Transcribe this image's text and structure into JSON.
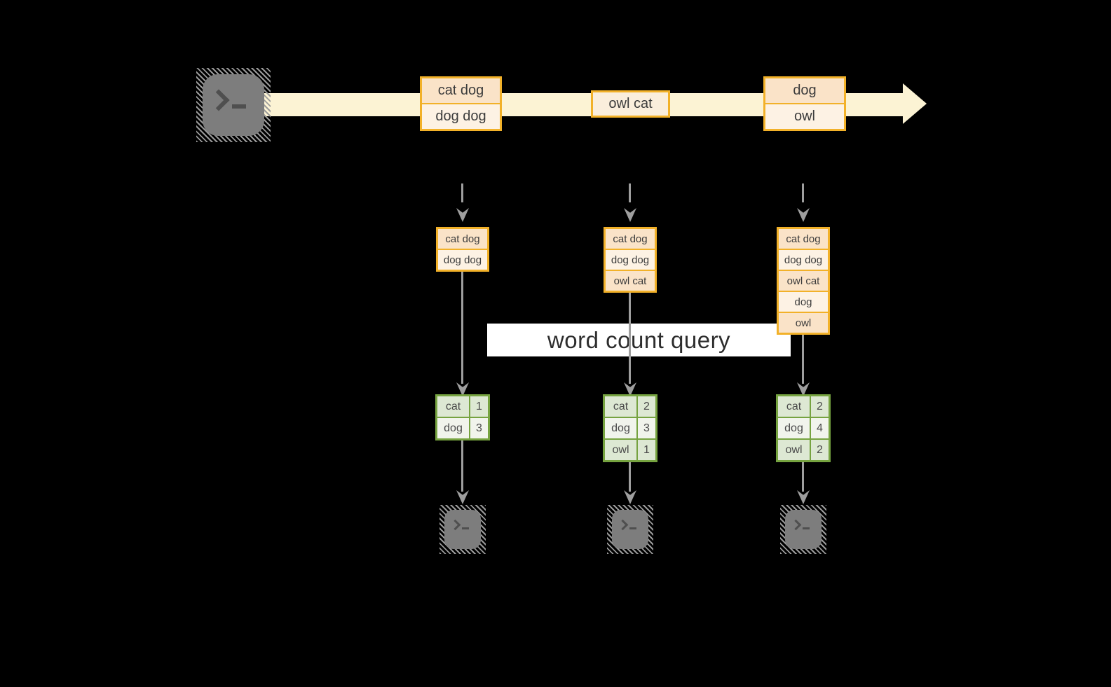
{
  "query": {
    "label": "word count query"
  },
  "icons": {
    "source": "terminal-icon",
    "sink": "terminal-icon"
  },
  "colors": {
    "background": "#000000",
    "stream_band": "#fcf3d4",
    "record_border": "#f2b129",
    "record_fill_peach": "#fae3c8",
    "record_fill_cream": "#fdf2e4",
    "table_border": "#76a340",
    "table_fill_green": "#dde8d3",
    "table_fill_light": "#f1f4ec",
    "arrow_gray": "#9e9e9e",
    "terminal_gray": "#7d7d7d",
    "query_bg": "#ffffff"
  },
  "stream": {
    "records": [
      {
        "lines": [
          "cat dog",
          "dog dog"
        ]
      },
      {
        "lines": [
          "owl cat"
        ]
      },
      {
        "lines": [
          "dog",
          "owl"
        ]
      }
    ]
  },
  "snapshots": [
    {
      "buffer": [
        "cat dog",
        "dog dog"
      ],
      "counts": [
        {
          "word": "cat",
          "count": "1"
        },
        {
          "word": "dog",
          "count": "3"
        }
      ]
    },
    {
      "buffer": [
        "cat dog",
        "dog dog",
        "owl cat"
      ],
      "counts": [
        {
          "word": "cat",
          "count": "2"
        },
        {
          "word": "dog",
          "count": "3"
        },
        {
          "word": "owl",
          "count": "1"
        }
      ]
    },
    {
      "buffer": [
        "cat dog",
        "dog dog",
        "owl cat",
        "dog",
        "owl"
      ],
      "counts": [
        {
          "word": "cat",
          "count": "2"
        },
        {
          "word": "dog",
          "count": "4"
        },
        {
          "word": "owl",
          "count": "2"
        }
      ]
    }
  ]
}
